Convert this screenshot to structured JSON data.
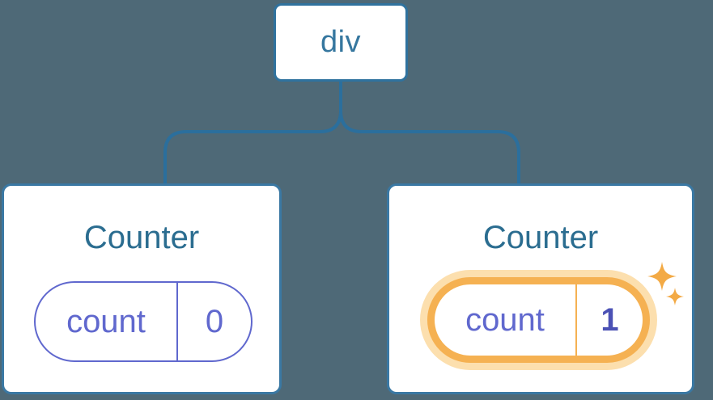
{
  "diagram": {
    "root": {
      "label": "div"
    },
    "left_counter": {
      "title": "Counter",
      "state_key": "count",
      "state_value": "0",
      "highlighted": false
    },
    "right_counter": {
      "title": "Counter",
      "state_key": "count",
      "state_value": "1",
      "highlighted": true
    }
  },
  "icons": {
    "sparkle": "sparkle-icon"
  },
  "colors": {
    "background": "#4e6977",
    "node_border": "#2f729e",
    "node_text": "#36779f",
    "card_border": "#3a78a3",
    "card_title_text": "#2b6d90",
    "connector": "#2b6f9d",
    "state_purple": "#6068ce",
    "state_value_highlight": "#4b51b5",
    "highlight_orange": "#f5b152",
    "highlight_glow": "#fcdfae",
    "sparkle_orange": "#f3aa45"
  }
}
